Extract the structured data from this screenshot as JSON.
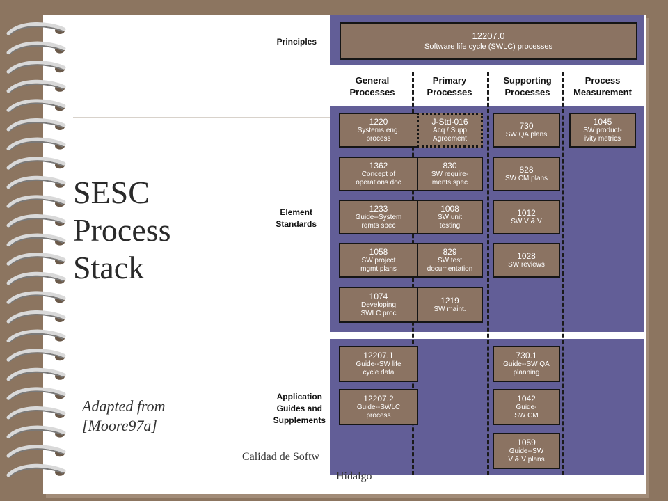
{
  "title_lines": [
    "SESC",
    "Process",
    "Stack"
  ],
  "adapted_lines": [
    "Adapted from",
    "[Moore97a]"
  ],
  "footer": {
    "line1": "Calidad de Softw",
    "line2": "Hidalgo"
  },
  "row_labels": {
    "principles": [
      "Principles"
    ],
    "element": [
      "Element",
      "Standards"
    ],
    "application": [
      "Application",
      "Guides and",
      "Supplements"
    ]
  },
  "principles_box": {
    "number": "12207.0",
    "desc": "Software life cycle (SWLC) processes"
  },
  "columns": [
    {
      "lines": [
        "General",
        "Processes"
      ]
    },
    {
      "lines": [
        "Primary",
        "Processes"
      ]
    },
    {
      "lines": [
        "Supporting",
        "Processes"
      ]
    },
    {
      "lines": [
        "Process",
        "Measurement"
      ]
    }
  ],
  "boxes": [
    {
      "number": "1220",
      "desc": [
        "Systems eng.",
        "process"
      ]
    },
    {
      "number": "1362",
      "desc": [
        "Concept of",
        "operations doc"
      ]
    },
    {
      "number": "1233",
      "desc": [
        "Guide--System",
        "rqmts spec"
      ]
    },
    {
      "number": "1058",
      "desc": [
        "SW project",
        "mgmt plans"
      ]
    },
    {
      "number": "1074",
      "desc": [
        "Developing",
        "SWLC proc"
      ]
    },
    {
      "number": "J-Std-016",
      "desc": [
        "Acq / Supp",
        "Agreement"
      ]
    },
    {
      "number": "830",
      "desc": [
        "SW require-",
        "ments spec"
      ]
    },
    {
      "number": "1008",
      "desc": [
        "SW unit",
        "testing"
      ]
    },
    {
      "number": "829",
      "desc": [
        "SW test",
        "documentation"
      ]
    },
    {
      "number": "1219",
      "desc": [
        "SW maint."
      ]
    },
    {
      "number": "730",
      "desc": [
        "SW QA plans"
      ]
    },
    {
      "number": "828",
      "desc": [
        "SW CM plans"
      ]
    },
    {
      "number": "1012",
      "desc": [
        "SW V & V"
      ]
    },
    {
      "number": "1028",
      "desc": [
        "SW reviews"
      ]
    },
    {
      "number": "1045",
      "desc": [
        "SW product-",
        "ivity metrics"
      ]
    },
    {
      "number": "12207.1",
      "desc": [
        "Guide--SW life",
        "cycle data"
      ]
    },
    {
      "number": "12207.2",
      "desc": [
        "Guide--SWLC",
        "process"
      ]
    },
    {
      "number": "730.1",
      "desc": [
        "Guide--SW QA",
        "planning"
      ]
    },
    {
      "number": "1042",
      "desc": [
        "Guide-",
        "SW CM"
      ]
    },
    {
      "number": "1059",
      "desc": [
        "Guide--SW",
        "V & V plans"
      ]
    }
  ]
}
